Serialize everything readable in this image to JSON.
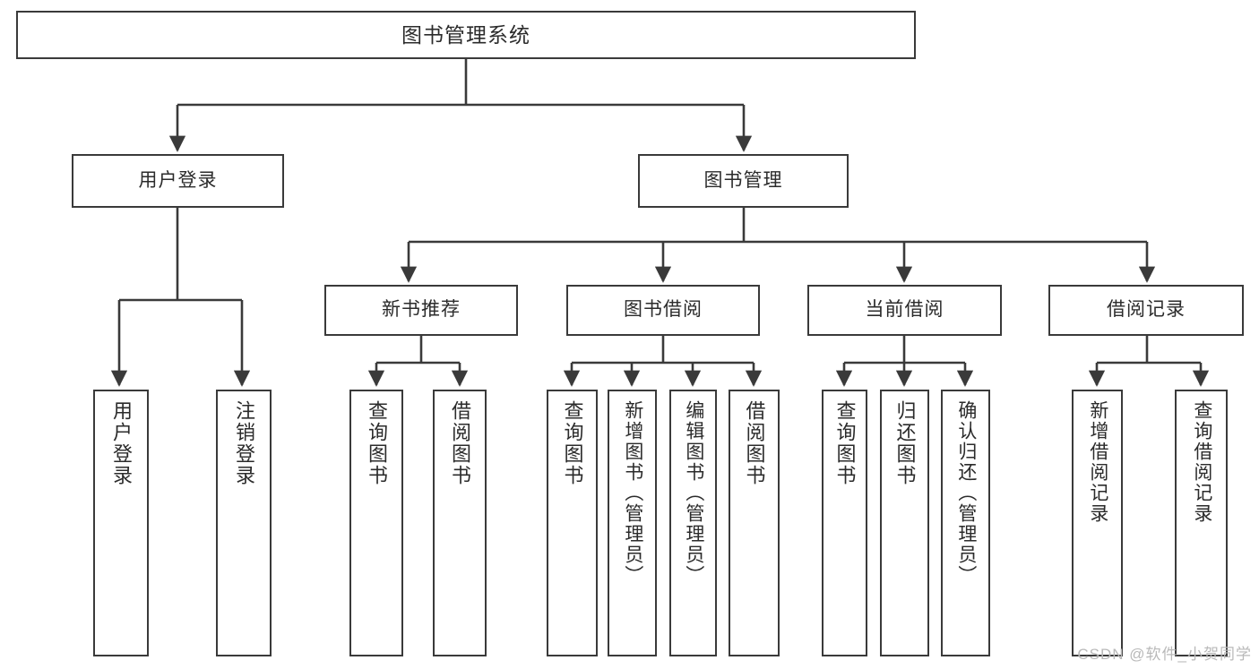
{
  "diagram": {
    "type": "tree",
    "title": "图书管理系统",
    "root": {
      "label": "图书管理系统"
    },
    "level2": [
      {
        "label": "用户登录"
      },
      {
        "label": "图书管理"
      }
    ],
    "level3": [
      {
        "label": "新书推荐"
      },
      {
        "label": "图书借阅"
      },
      {
        "label": "当前借阅"
      },
      {
        "label": "借阅记录"
      }
    ],
    "leaves": [
      {
        "label": "用户登录",
        "parent": "用户登录"
      },
      {
        "label": "注销登录",
        "parent": "用户登录"
      },
      {
        "label": "查询图书",
        "parent": "新书推荐"
      },
      {
        "label": "借阅图书",
        "parent": "新书推荐"
      },
      {
        "label": "查询图书",
        "parent": "图书借阅"
      },
      {
        "label": "新增图书（管理员）",
        "parent": "图书借阅"
      },
      {
        "label": "编辑图书（管理员）",
        "parent": "图书借阅"
      },
      {
        "label": "借阅图书",
        "parent": "图书借阅"
      },
      {
        "label": "查询图书",
        "parent": "当前借阅"
      },
      {
        "label": "归还图书",
        "parent": "当前借阅"
      },
      {
        "label": "确认归还（管理员）",
        "parent": "当前借阅"
      },
      {
        "label": "新增借阅记录",
        "parent": "借阅记录"
      },
      {
        "label": "查询借阅记录",
        "parent": "借阅记录"
      }
    ]
  },
  "watermark": {
    "text": "CSDN @软件_小贺同学"
  },
  "colors": {
    "stroke": "#3a3a3a",
    "text": "#2b2b2b",
    "background": "#ffffff",
    "watermark": "#b9b9b9"
  }
}
